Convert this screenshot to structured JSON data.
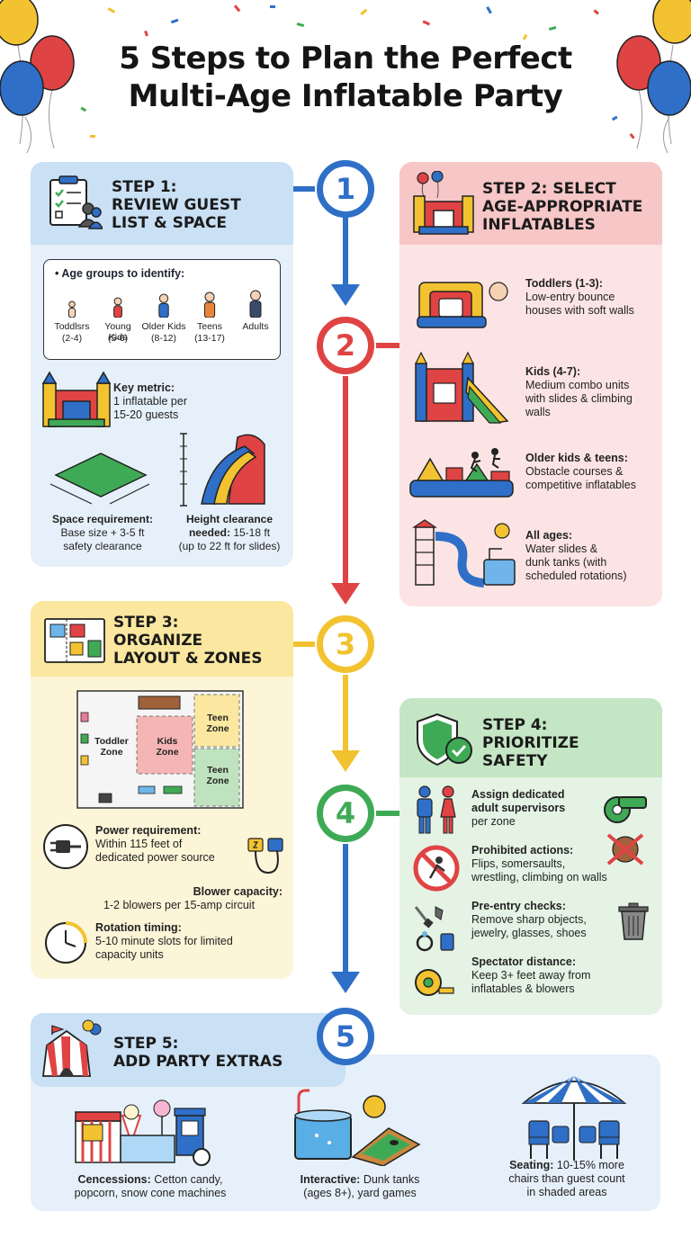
{
  "title": {
    "line1": "5 Steps to Plan the Perfect",
    "line2": "Multi-Age Inflatable Party"
  },
  "colors": {
    "blue": "#2f6fc7",
    "red": "#e04343",
    "yellow": "#f2c230",
    "green": "#3faa55"
  },
  "steps": {
    "s1": {
      "number": "1",
      "title": "Step 1:\nReview Guest\nList & Space",
      "age_groups_heading": "Age groups to identify:",
      "age_groups": [
        {
          "name": "Toddlsrs",
          "range": "(2-4)"
        },
        {
          "name": "Young Kids",
          "range": "(5-6)"
        },
        {
          "name": "Older Kids",
          "range": "(8-12)"
        },
        {
          "name": "Teens",
          "range": "(13-17)"
        },
        {
          "name": "Adults",
          "range": ""
        }
      ],
      "key_metric_label": "Key metric:",
      "key_metric_text": "1 inflatable per\n15-20 guests",
      "space_label": "Space requirement:",
      "space_text": "Base size + 3-5 ft\nsafety clearance",
      "height_label": "Height clearance",
      "height_label2": "needed:",
      "height_text": "15-18 ft",
      "height_text2": "(up to 22 ft for slides)"
    },
    "s2": {
      "number": "2",
      "title": "Step 2: Select\nAge-Appropriate\nInflatables",
      "items": [
        {
          "label": "Toddlers (1-3):",
          "text": "Low-entry bounce\nhouses with soft walls"
        },
        {
          "label": "Kids (4-7):",
          "text": "Medium combo units\nwith slides & climbing\nwalls"
        },
        {
          "label": "Older kids & teens:",
          "text": "Obstacle courses &\ncompetitive inflatables"
        },
        {
          "label": "All ages:",
          "text": "Water slides &\ndunk tanks (with\nscheduled rotations)"
        }
      ]
    },
    "s3": {
      "number": "3",
      "title": "Step 3:\nOrganize\nLayout & Zones",
      "zones": {
        "toddler": "Toddler\nZone",
        "kids": "Kids\nZone",
        "teen1": "Teen\nZone",
        "teen2": "Teen\nZone"
      },
      "power_label": "Power requirement:",
      "power_text": "Within 115 feet of\ndedicated power source",
      "blower_label": "Blower capacity:",
      "blower_text": "1-2 blowers per 15-amp circuit",
      "rotation_label": "Rotation timing:",
      "rotation_text": "5-10 minute slots for limited\ncapacity units"
    },
    "s4": {
      "number": "4",
      "title": "Step 4:\nPrioritize\nSafety",
      "items": [
        {
          "label": "Assign dedicated\nadult supervisors",
          "text": "per zone"
        },
        {
          "label": "Prohibited actions:",
          "text": "Flips, somersaults,\nwrestling, climbing on walls"
        },
        {
          "label": "Pre-entry checks:",
          "text": "Remove sharp objects,\njewelry, glasses, shoes"
        },
        {
          "label": "Spectator distance:",
          "text": "Keep 3+ feet away from\ninflatables & blowers"
        }
      ]
    },
    "s5": {
      "number": "5",
      "title": "Step 5:\nAdd Party Extras",
      "items": [
        {
          "label": "Cencessions:",
          "text": " Cetton candy,",
          "text2": "popcorn, snow cone machines"
        },
        {
          "label": "Interactive:",
          "text": " Dunk tanks",
          "text2": "(ages 8+), yard games"
        },
        {
          "label": "Seating:",
          "text": " 10-15% more",
          "text2": "chairs than guest count\nin shaded areas"
        }
      ]
    }
  }
}
